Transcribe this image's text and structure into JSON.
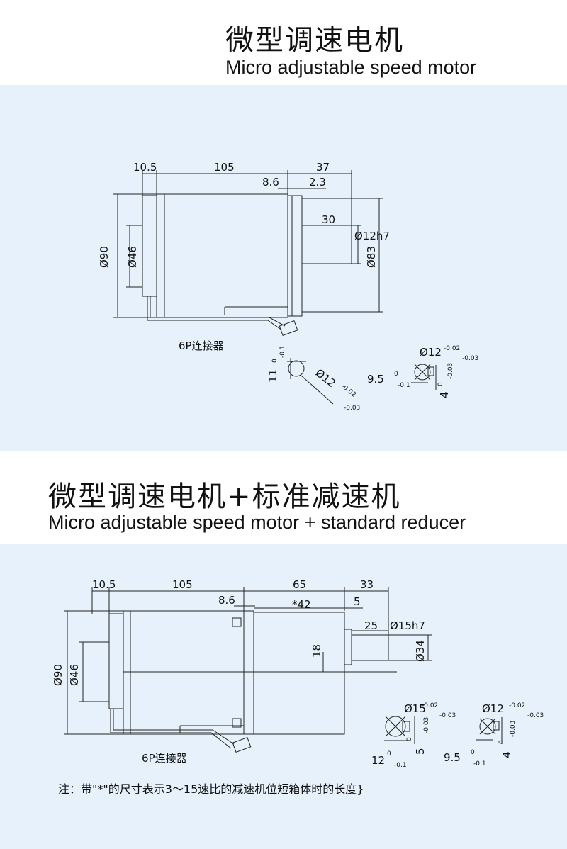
{
  "section1": {
    "title_cn": "微型调速电机",
    "title_en": "Micro adjustable speed motor",
    "dims": {
      "d10_5": "10.5",
      "d105": "105",
      "d37": "37",
      "d8_6": "8.6",
      "d2_3": "2.3",
      "d30": "30",
      "shaft": "Ø12h7",
      "d90": "Ø90",
      "d46": "Ø46",
      "d83": "Ø83",
      "connector": "6P连接器",
      "flat_11": "11",
      "flat_11_tol_up": "0",
      "flat_11_tol_dn": "-0.1",
      "phi12": "Ø12",
      "phi12_tol_up": "-0.02",
      "phi12_tol_dn": "-0.03",
      "key_phi12": "Ø12",
      "key_phi12_up": "-0.02",
      "key_phi12_dn": "-0.03",
      "key_9_5": "9.5",
      "key_9_5_up": "0",
      "key_9_5_dn": "-0.1",
      "key_4": "4",
      "key_4_up": "0",
      "key_4_dn": "-0.03"
    }
  },
  "section2": {
    "title_cn": "微型调速电机+标准减速机",
    "title_en_main": "Micro adjustable speed motor",
    "title_en_plus": "+ standard reducer",
    "dims": {
      "d10_5": "10.5",
      "d105": "105",
      "d65": "65",
      "d33": "33",
      "d8_6": "8.6",
      "d42": "*42",
      "d5": "5",
      "d25": "25",
      "shaft": "Ø15h7",
      "d18": "18",
      "d90": "Ø90",
      "d46": "Ø46",
      "d34": "Ø34",
      "connector": "6P连接器",
      "a_phi15": "Ø15",
      "a_phi15_up": "-0.02",
      "a_phi15_dn": "-0.03",
      "a_12": "12",
      "a_12_up": "0",
      "a_12_dn": "-0.1",
      "a_5": "5",
      "a_5_up": "0",
      "a_5_dn": "-0.03",
      "b_phi12": "Ø12",
      "b_phi12_up": "-0.02",
      "b_phi12_dn": "-0.03",
      "b_9_5": "9.5",
      "b_9_5_up": "0",
      "b_9_5_dn": "-0.1",
      "b_4": "4",
      "b_4_up": "0",
      "b_4_dn": "-0.03"
    }
  },
  "note": "注：带\"*\"的尺寸表示3～15速比的减速机位短箱体时的长度}",
  "colors": {
    "panel": "#e6f1fb",
    "line": "#222222"
  }
}
